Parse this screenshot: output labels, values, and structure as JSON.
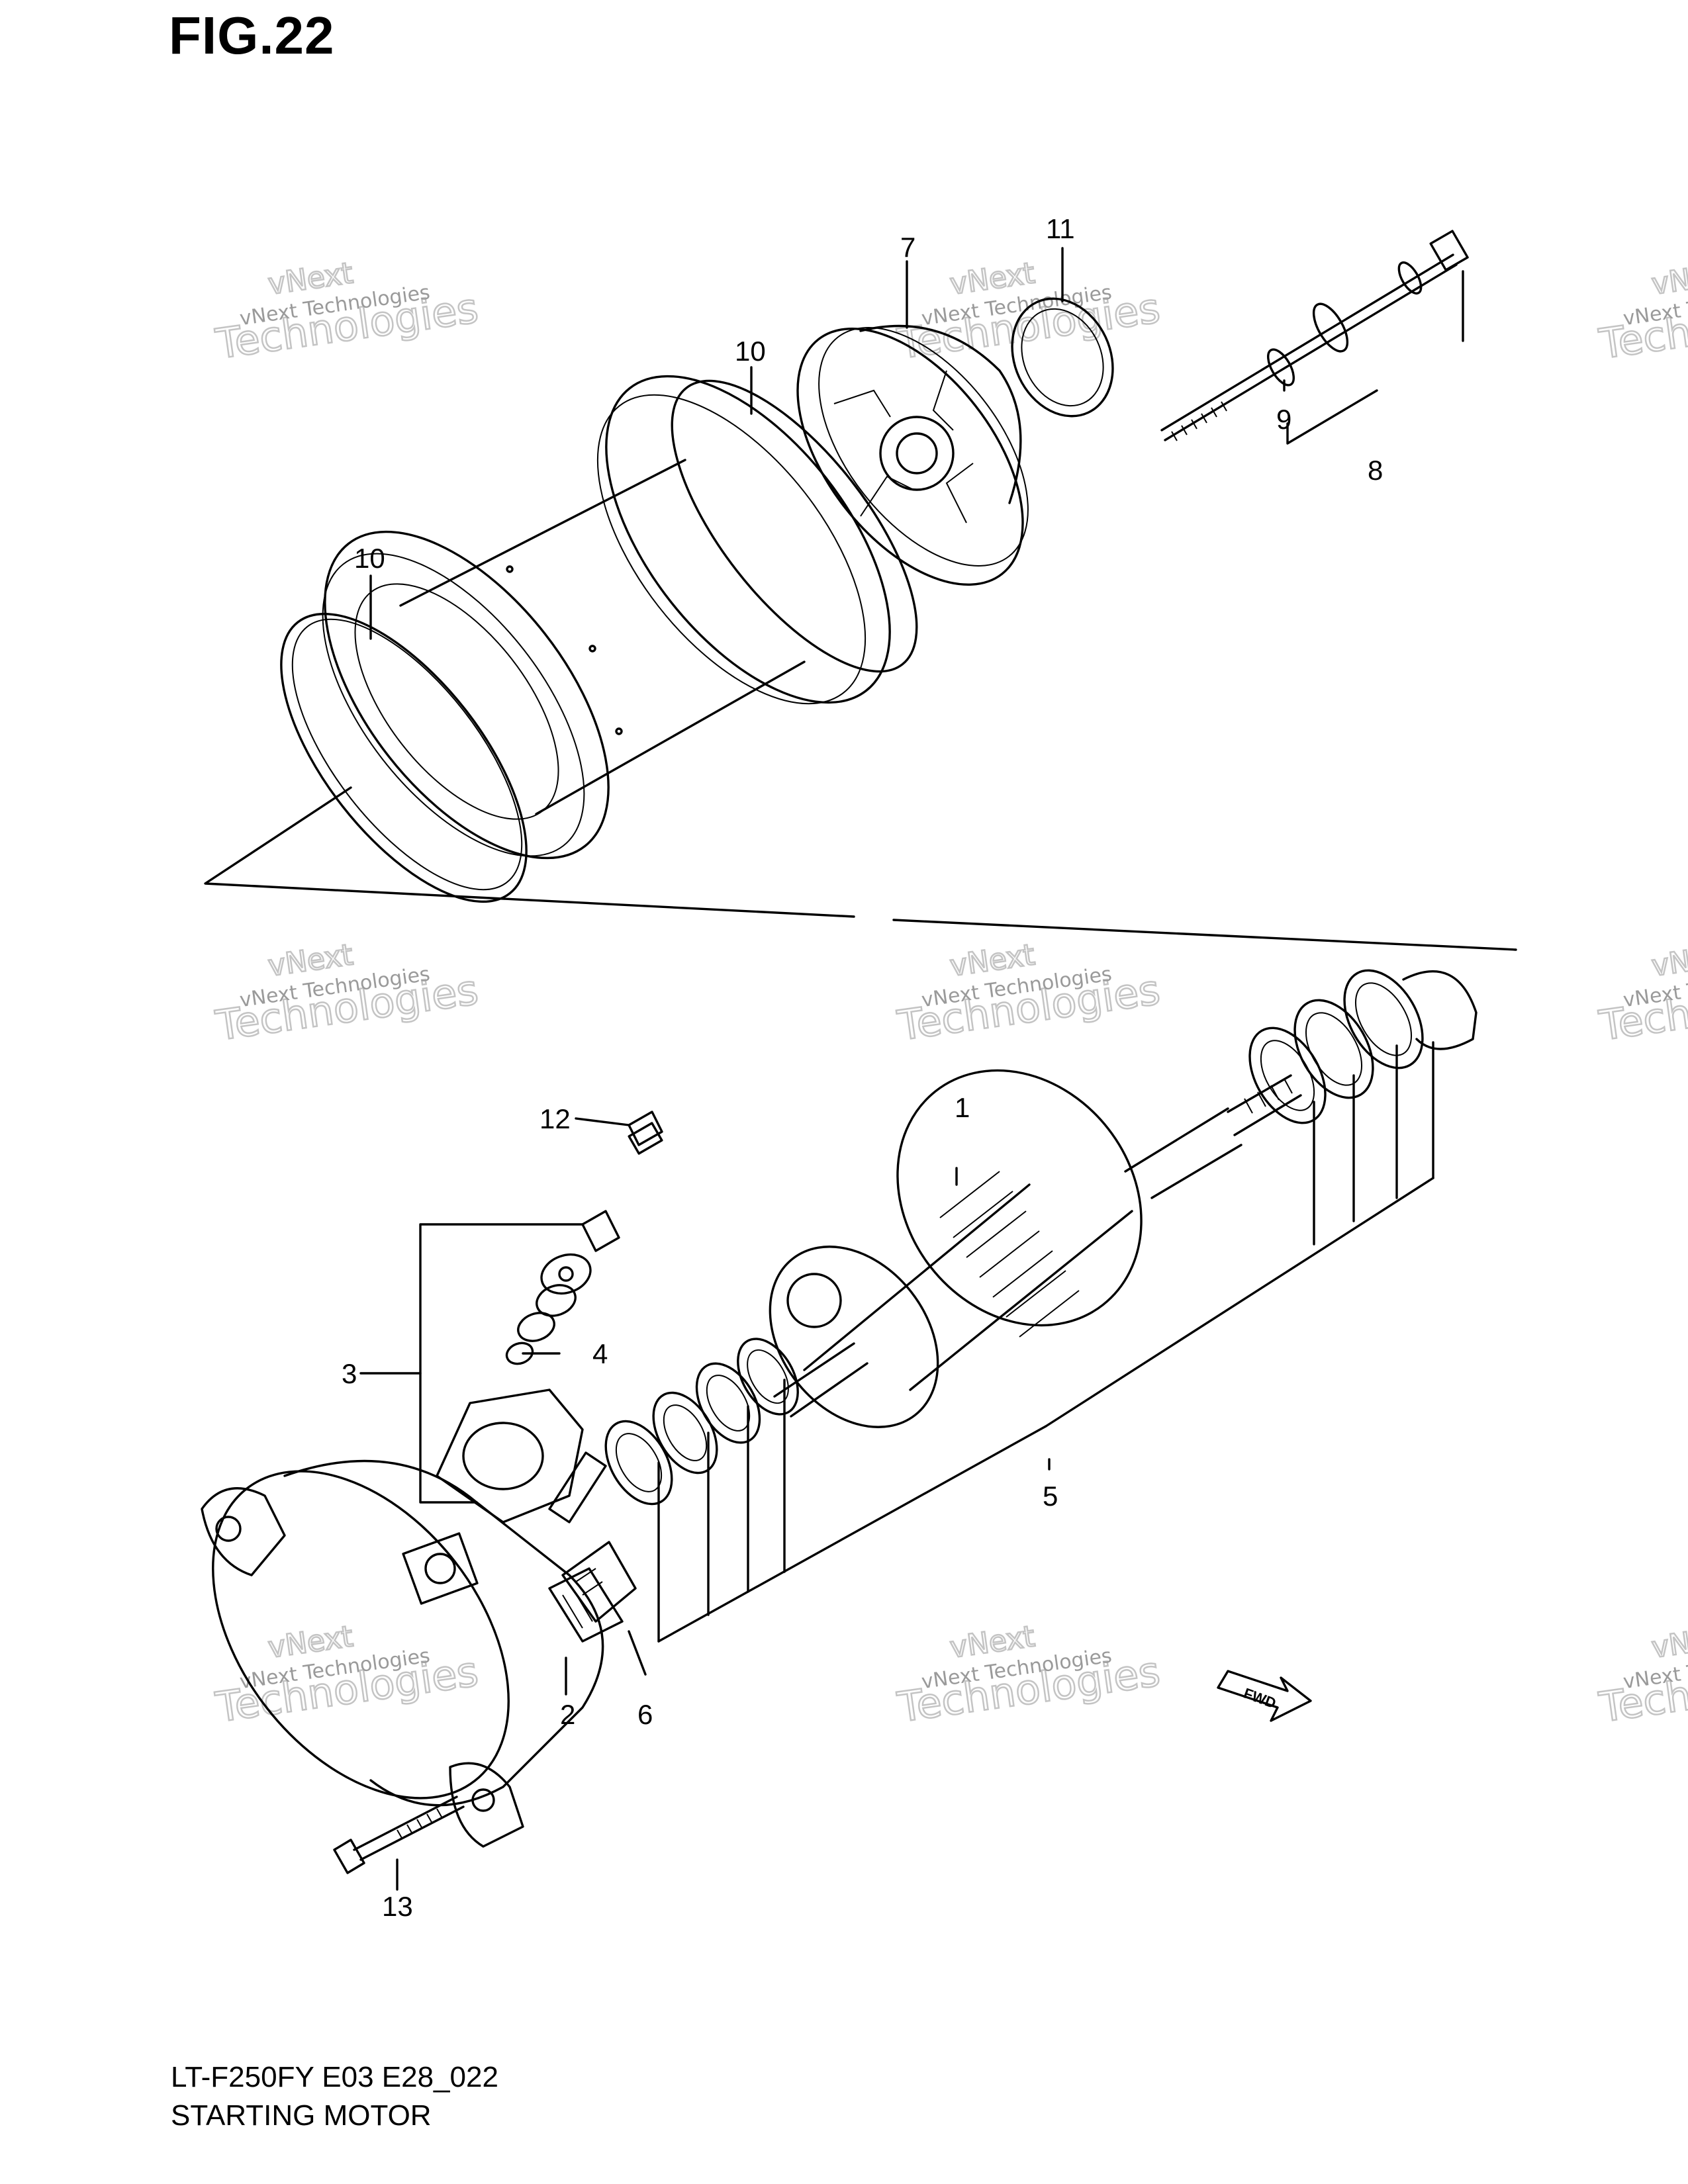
{
  "figure": {
    "title": "FIG.22"
  },
  "footer": {
    "model_code": "LT-F250FY E03 E28_022",
    "section_name": "STARTING MOTOR"
  },
  "callouts": {
    "c1": "1",
    "c2": "2",
    "c3": "3",
    "c4": "4",
    "c5": "5",
    "c6": "6",
    "c7": "7",
    "c8": "8",
    "c9": "9",
    "c10a": "10",
    "c10b": "10",
    "c11": "11",
    "c12": "12",
    "c13": "13"
  },
  "watermark": {
    "line_small": "vNext Technologies",
    "word_top": "vNext",
    "word_bottom": "Technologies"
  },
  "direction_badge": {
    "label": "FWD"
  }
}
